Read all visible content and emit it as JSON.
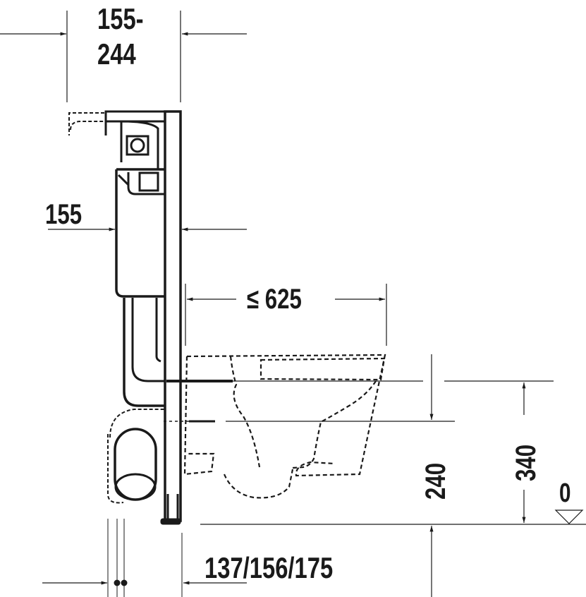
{
  "diagram": {
    "title": "Wall-hung WC installation element, side view",
    "colors": {
      "ink": "#1a1a1a",
      "background": "#ffffff"
    },
    "dimensions": {
      "frame_depth_top_line1": "155-",
      "frame_depth_top_line2": "244",
      "cistern_depth": "155",
      "bowl_projection": "≤ 625",
      "outlet_height": "240",
      "pan_height": "340",
      "floor_level": "0",
      "wall_offsets": "137/156/175"
    },
    "labels": {
      "floor_symbol": "level-triangle-icon"
    }
  }
}
